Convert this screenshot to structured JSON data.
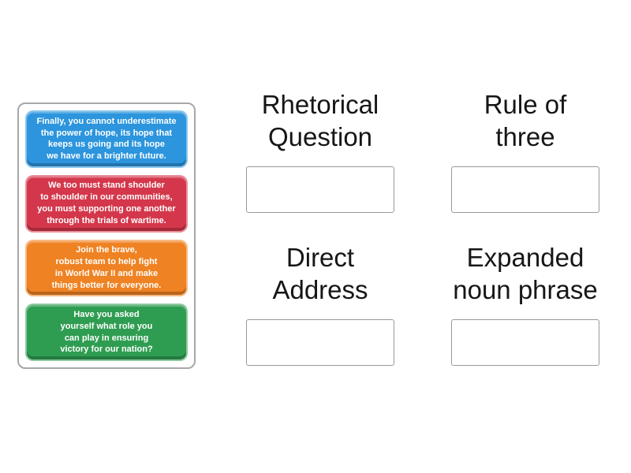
{
  "cards": [
    {
      "text": "Finally, you cannot underestimate\nthe power of hope, its hope that\nkeeps us going and its hope\nwe have for a brighter future.",
      "color": "#2c95dd"
    },
    {
      "text": "We too must stand shoulder\nto shoulder in our communities,\nyou must supporting one another\nthrough the trials of wartime.",
      "color": "#d4374b"
    },
    {
      "text": "Join the brave,\nrobust team to help fight\nin World War II and make\nthings better for everyone.",
      "color": "#ef8222"
    },
    {
      "text": "Have you asked\nyourself what role you\ncan play in ensuring\nvictory for our nation?",
      "color": "#2f9d51"
    }
  ],
  "categories": [
    {
      "label": "Rhetorical\nQuestion"
    },
    {
      "label": "Rule of\nthree"
    },
    {
      "label": "Direct\nAddress"
    },
    {
      "label": "Expanded\nnoun phrase"
    }
  ],
  "colors": {
    "card_text": "#ffffff",
    "heading_text": "#161616",
    "panel_border": "#a8a8a8",
    "dropzone_border": "#999999"
  }
}
